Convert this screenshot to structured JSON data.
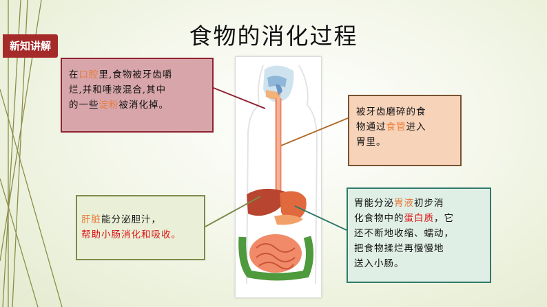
{
  "tag": "新知讲解",
  "title": "食物的消化过程",
  "boxes": {
    "mouth": {
      "l1_pre": "在",
      "l1_hl": "口腔",
      "l1_post": "里,食物被牙齿嚼",
      "l2": "烂,并和唾液混合,其中",
      "l3_pre": "的一些",
      "l3_hl": "淀粉",
      "l3_post": "被消化掉。"
    },
    "esophagus": {
      "l1": "被牙齿磨碎的食",
      "l2_pre": "物通过",
      "l2_hl": "食管",
      "l2_post": "进入",
      "l3": "胃里。"
    },
    "liver": {
      "l1_hl": "肝脏",
      "l1_post": "能分泌胆汁，",
      "l2": "帮助小肠消化和吸收。"
    },
    "stomach": {
      "l1_pre": "胃能分泌",
      "l1_hl": "胃液",
      "l1_post": "初步消",
      "l2_pre": "化食物中的",
      "l2_red": "蛋白质",
      "l2_post": "，它",
      "l3": "还不断地收缩、蠕动，",
      "l4": "把食物揉烂再慢慢地",
      "l5": "送入小肠。"
    }
  },
  "colors": {
    "tag_bg": "#a52a2a",
    "mouth_box": "#d8a6aa",
    "esophagus_box": "#f7d3ba",
    "liver_box": "#e9f0d7",
    "stomach_box": "#e0efe6",
    "highlight": "#e67a3c",
    "emphasis": "#dd1111"
  },
  "icons": [
    "decorative-arrow-lines",
    "digestive-system-illustration"
  ]
}
